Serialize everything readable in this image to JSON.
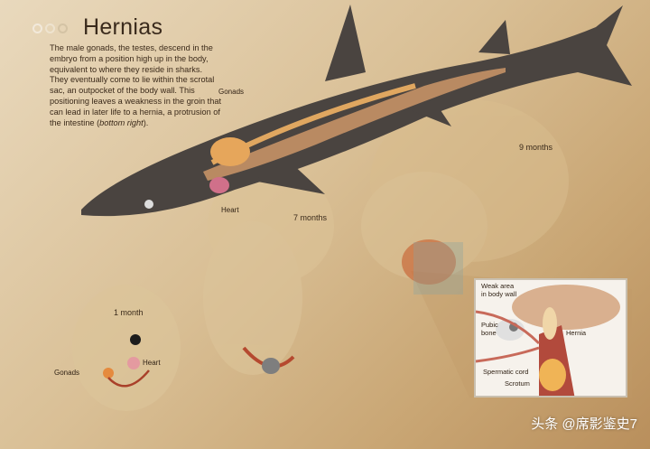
{
  "title": "Hernias",
  "intro": {
    "text": "The male gonads, the testes, descend in the embryo from a position high up in the body, equivalent to where they reside in sharks. They eventually come to lie within the scrotal sac, an outpocket of the body wall. This positioning leaves a weakness in the groin that can lead in later life to a hernia, a protrusion of the intestine (",
    "emphasis": "bottom right",
    "tail": ")."
  },
  "shark_labels": {
    "gonads": "Gonads",
    "heart": "Heart"
  },
  "stages": {
    "one_month": "1 month",
    "seven_months": "7 months",
    "nine_months": "9 months"
  },
  "embryo_labels": {
    "gonads": "Gonads",
    "heart": "Heart"
  },
  "inset": {
    "weak_area": "Weak area in body wall",
    "pubic_bone": "Pubic bone",
    "hernia": "Hernia",
    "spermatic_cord": "Spermatic cord",
    "scrotum": "Scrotum"
  },
  "watermark": "头条 @席影鉴史7"
}
